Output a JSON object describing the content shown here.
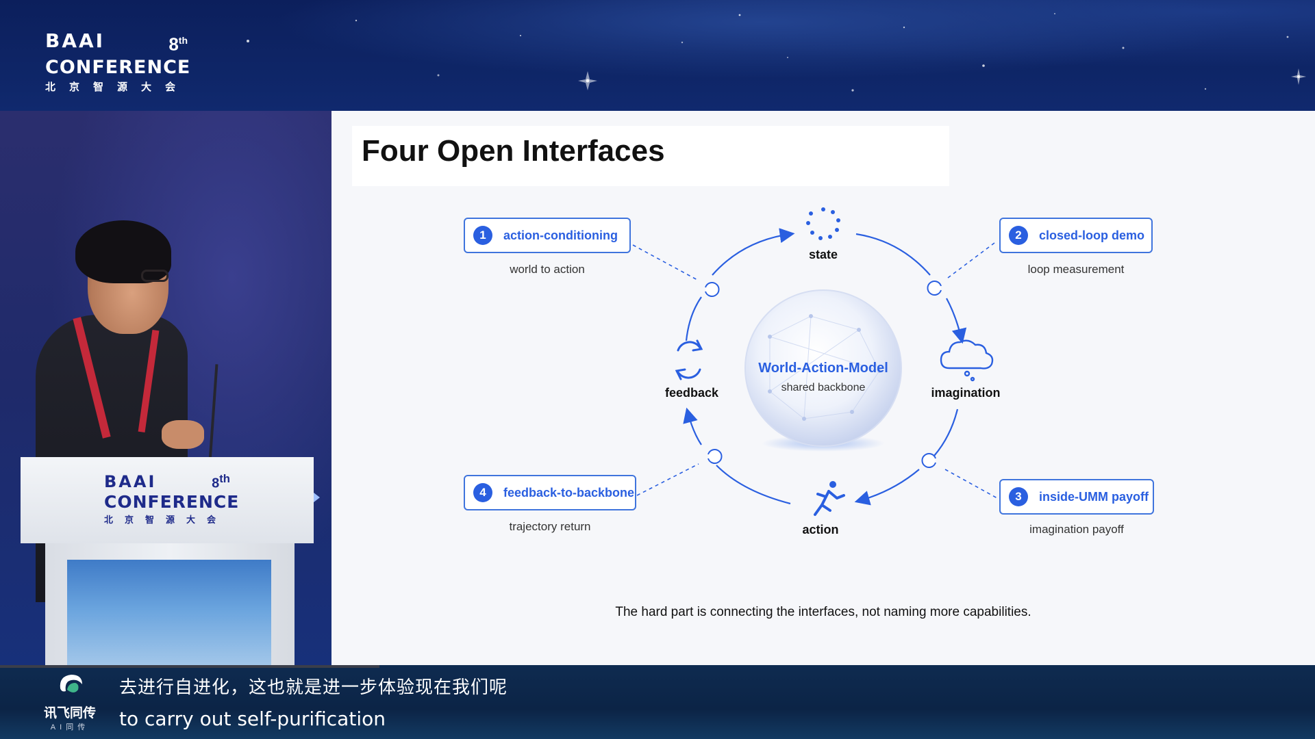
{
  "banner": {
    "logo_brand": "BAAI",
    "logo_edition": "8",
    "logo_edition_suffix": "th",
    "logo_conference": "CONFERENCE",
    "logo_chinese": "北京智源大会"
  },
  "podium": {
    "logo_brand": "BAAI",
    "logo_edition": "8",
    "logo_edition_suffix": "th",
    "logo_conference": "CONFERENCE",
    "logo_chinese": "北京智源大会"
  },
  "slide": {
    "title": "Four Open Interfaces",
    "core": {
      "title": "World-Action-Model",
      "subtitle": "shared backbone"
    },
    "nodes": {
      "state": "state",
      "imagination": "imagination",
      "action": "action",
      "feedback": "feedback"
    },
    "interfaces": [
      {
        "num": "1",
        "label": "action-conditioning",
        "sub": "world to action"
      },
      {
        "num": "2",
        "label": "closed-loop demo",
        "sub": "loop measurement"
      },
      {
        "num": "3",
        "label": "inside-UMM payoff",
        "sub": "imagination payoff"
      },
      {
        "num": "4",
        "label": "feedback-to-backbone",
        "sub": "trajectory return"
      }
    ],
    "footnote": "The hard part is connecting the interfaces, not naming more capabilities.",
    "accent_color": "#2a5fe0"
  },
  "subtitles": {
    "provider_name": "讯飞同传",
    "provider_tag": "AI同传",
    "chinese": "去进行自进化，这也就是进一步体验现在我们呢",
    "english": "to carry out self-purification"
  }
}
